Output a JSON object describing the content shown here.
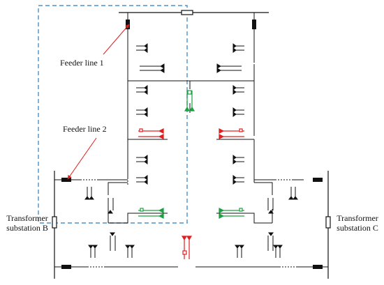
{
  "labels": {
    "feeder_line_1": "Feeder line 1",
    "feeder_line_2": "Feeder line 2",
    "substation_b_line1": "Transformer",
    "substation_b_line2": "substation B",
    "substation_c_line1": "Transformer",
    "substation_c_line2": "substation C"
  },
  "colors": {
    "line": "#111111",
    "highlight_box": "#4a90c8",
    "pointer_arrow": "#e02020",
    "switch_red": "#e02020",
    "switch_green": "#1aa040"
  },
  "icons": {
    "breaker": "breaker-icon",
    "load": "load-arrow-icon",
    "switch_open": "open-switch-icon"
  }
}
